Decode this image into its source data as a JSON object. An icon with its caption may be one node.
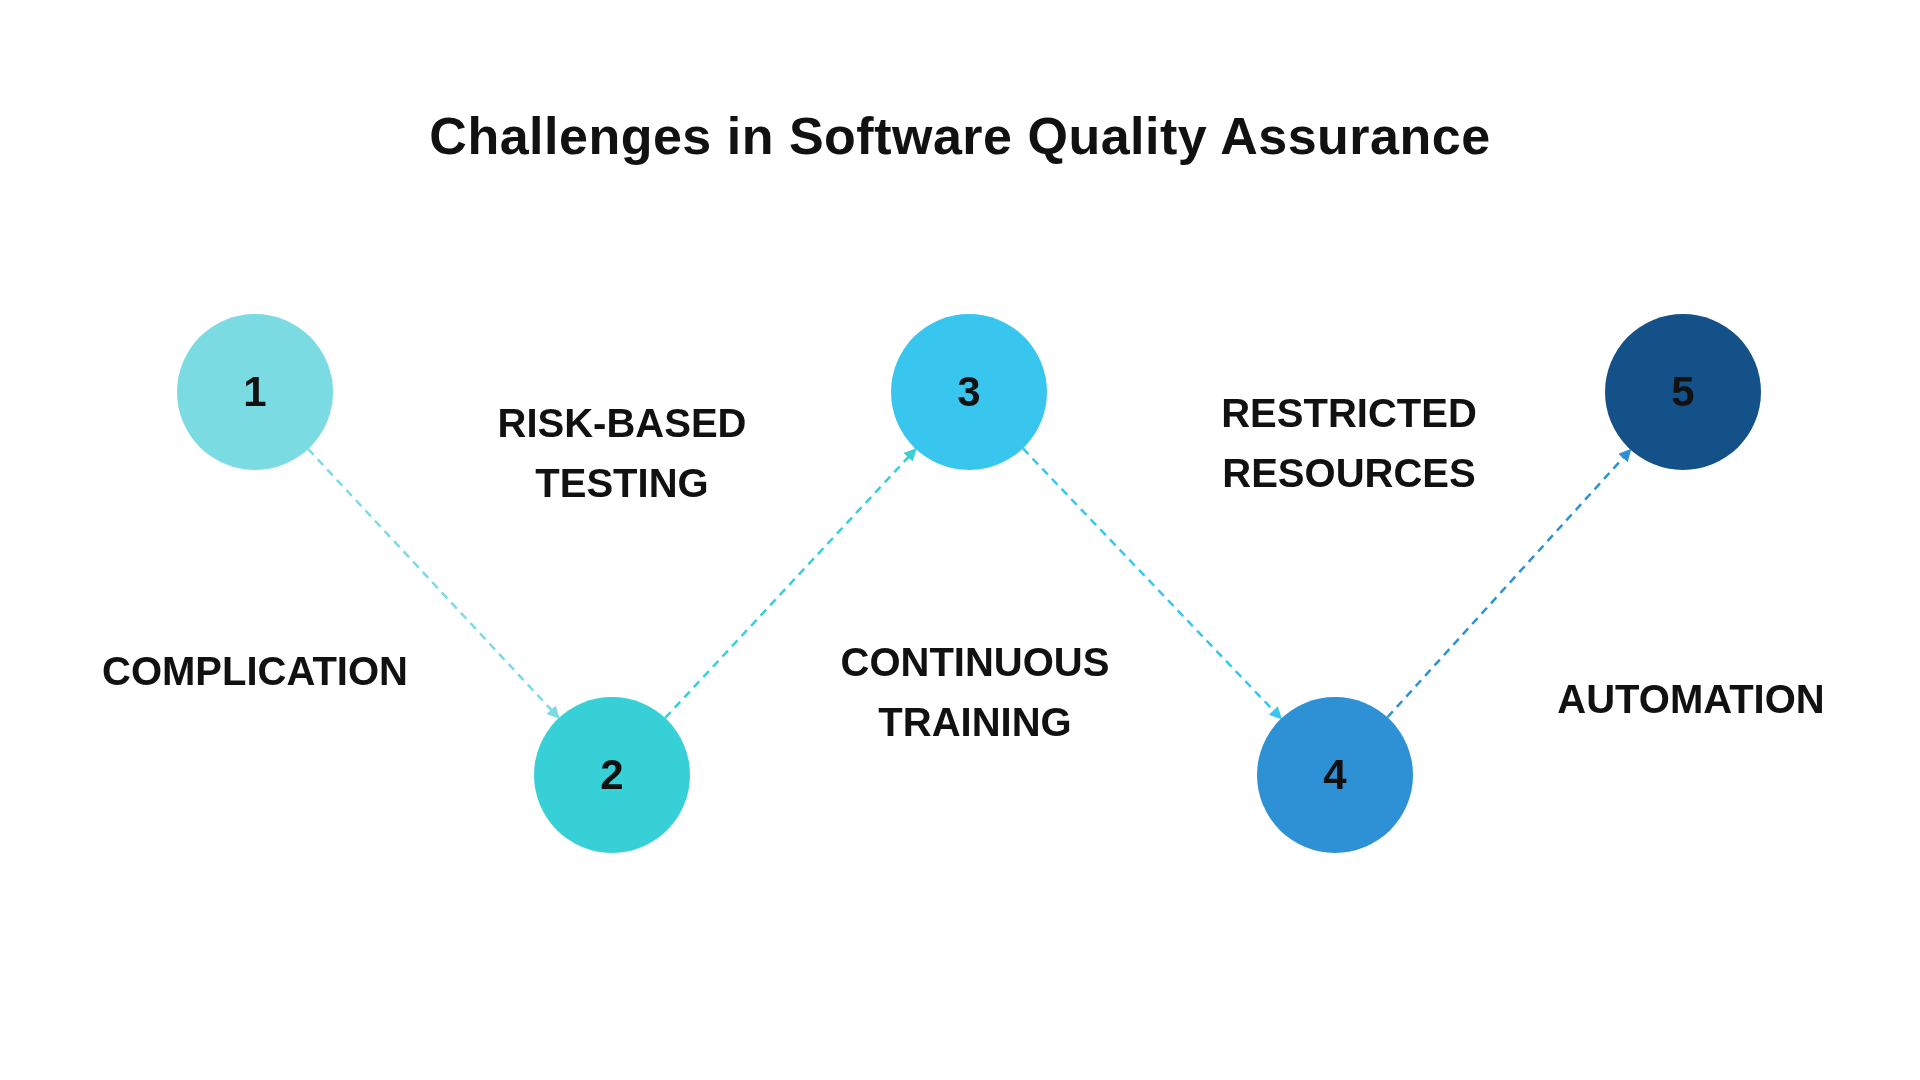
{
  "diagram": {
    "title": "Challenges in Software Quality Assurance",
    "nodes": [
      {
        "text": [
          "1"
        ]
      },
      {
        "text": [
          "2"
        ]
      },
      {
        "text": [
          "3"
        ]
      },
      {
        "text": [
          "4"
        ]
      },
      {
        "text": [
          "5"
        ]
      }
    ],
    "edges": [
      {
        "from": 0,
        "to": 1,
        "arrow": "to",
        "style": "dashed",
        "color": "#7bdbe3"
      },
      {
        "from": 1,
        "to": 2,
        "arrow": "to",
        "style": "dashed",
        "color": "#36d0d6"
      },
      {
        "from": 2,
        "to": 3,
        "arrow": "to",
        "style": "dashed",
        "color": "#38c6ef"
      },
      {
        "from": 3,
        "to": 4,
        "arrow": "to",
        "style": "dashed",
        "color": "#2e91d6"
      }
    ],
    "labels": [
      "RISK-BASED TESTING",
      "RESTRICTED RESOURCES",
      "COMPLICATION",
      "CONTINUOUS TRAINING",
      "AUTOMATION"
    ]
  }
}
